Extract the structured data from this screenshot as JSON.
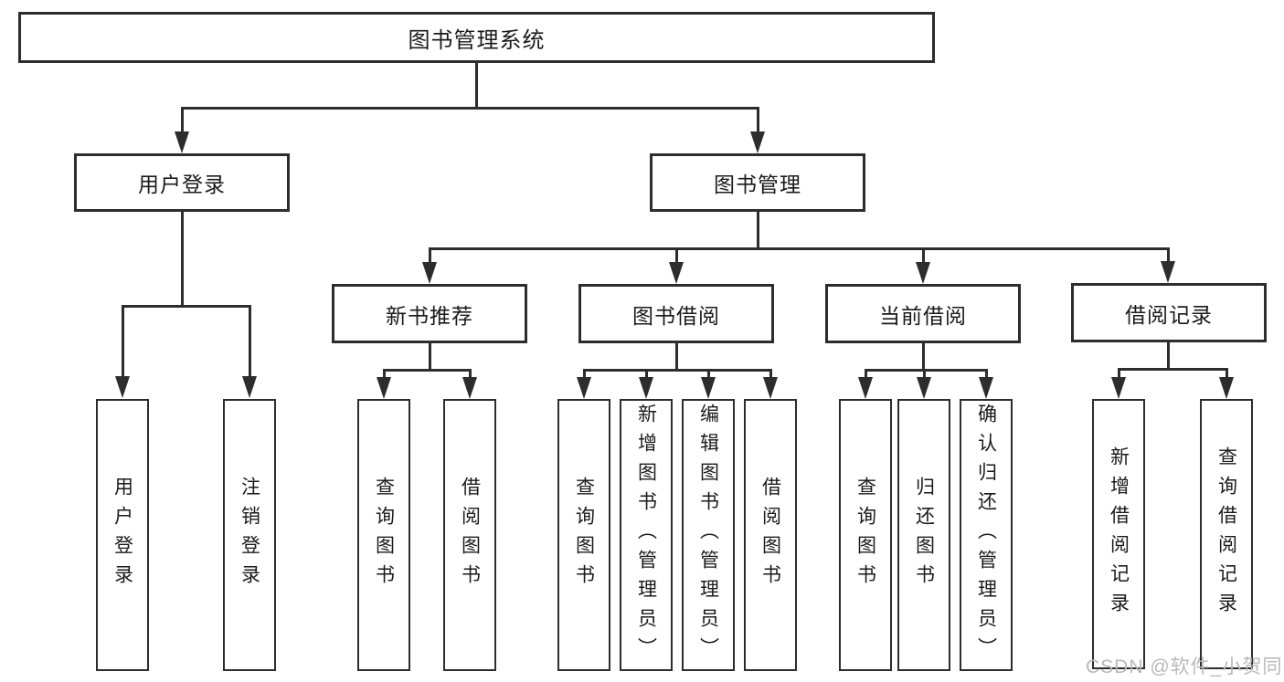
{
  "diagram": {
    "watermark": "CSDN @软件_小贺同学",
    "colors": {
      "line": "#2d2d2d",
      "border": "#2d2d2d",
      "text": "#1a1a1a",
      "watermark": "#b9b9b9",
      "background": "#ffffff"
    },
    "root": {
      "label": "图书管理系统"
    },
    "level2": {
      "user_login": {
        "label": "用户登录"
      },
      "book_management": {
        "label": "图书管理"
      }
    },
    "level3": {
      "new_book_recommend": {
        "label": "新书推荐"
      },
      "book_borrow": {
        "label": "图书借阅"
      },
      "current_borrow": {
        "label": "当前借阅"
      },
      "borrow_records": {
        "label": "借阅记录"
      }
    },
    "leaves": {
      "user_login": {
        "label": "用户登录"
      },
      "logout": {
        "label": "注销登录"
      },
      "query_books_recommend": {
        "label": "查询图书"
      },
      "borrow_books_recommend": {
        "label": "借阅图书"
      },
      "query_books_borrow": {
        "label": "查询图书"
      },
      "add_book_admin": {
        "label": "新增图书（管理员）"
      },
      "edit_book_admin": {
        "label": "编辑图书（管理员）"
      },
      "borrow_books_borrow": {
        "label": "借阅图书"
      },
      "query_books_current": {
        "label": "查询图书"
      },
      "return_books": {
        "label": "归还图书"
      },
      "confirm_return_admin": {
        "label": "确认归还（管理员）"
      },
      "add_borrow_record": {
        "label": "新增借阅记录"
      },
      "query_borrow_record": {
        "label": "查询借阅记录"
      }
    }
  }
}
